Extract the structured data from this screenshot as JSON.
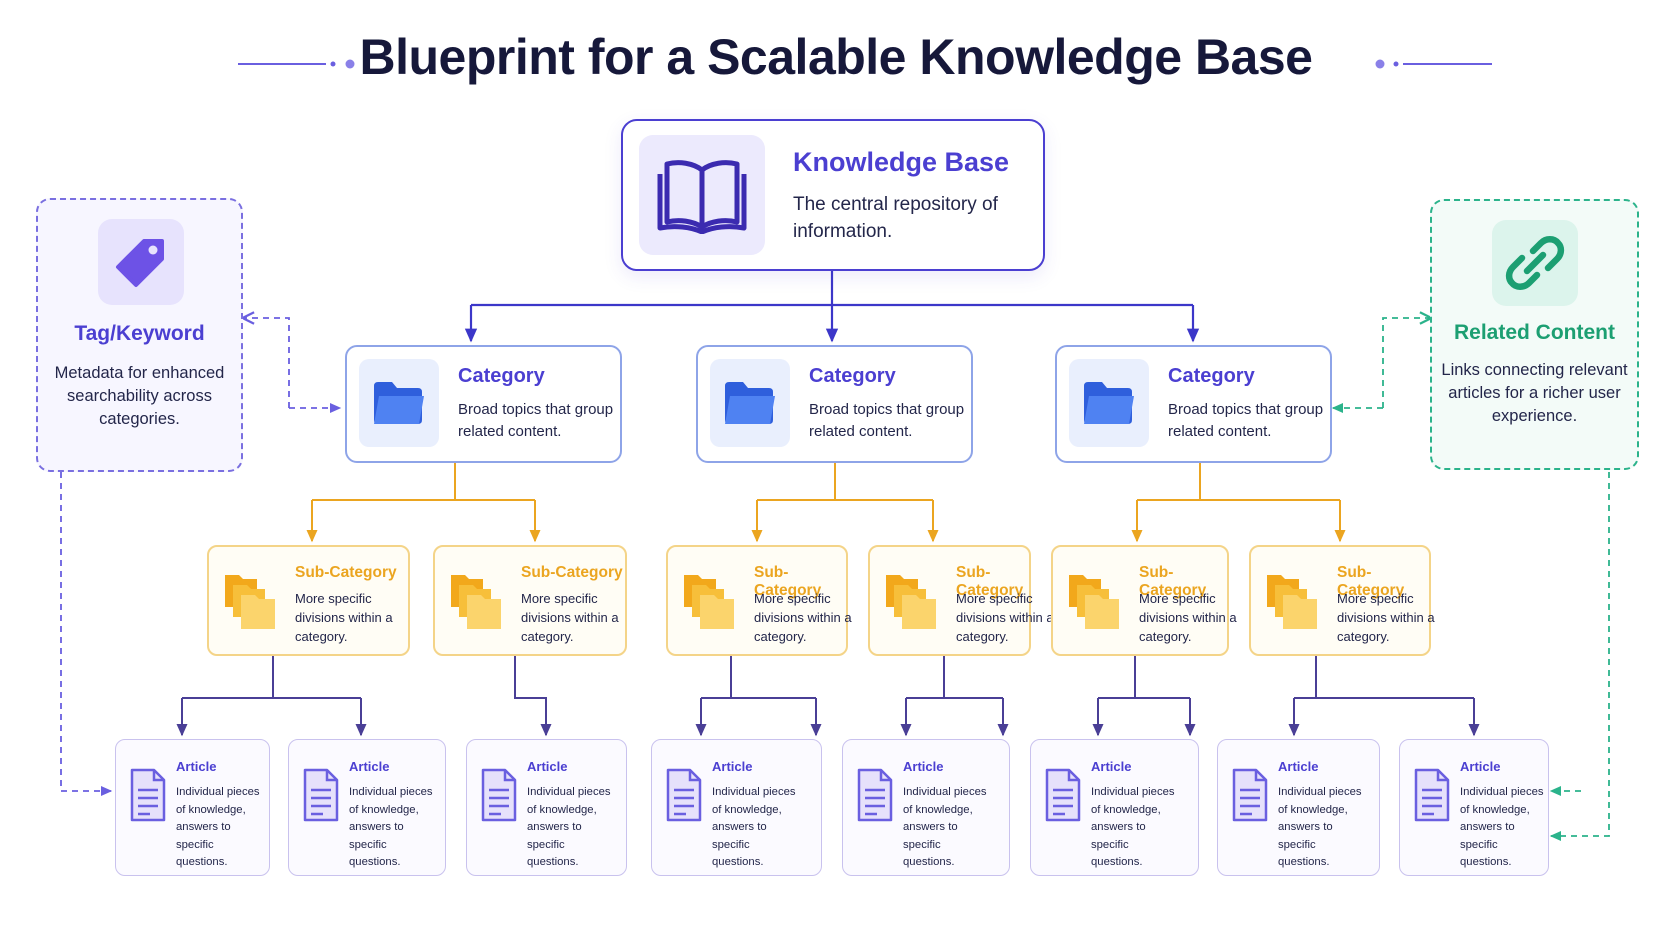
{
  "title": "Blueprint for a Scalable Knowledge Base",
  "colors": {
    "root": "#4b3fd1",
    "category_border": "#8ea4e8",
    "subcategory": "#eba520",
    "article_border": "#c9c2ee",
    "tag": "#4b3fd1",
    "related": "#1c9f72"
  },
  "root": {
    "icon": "open-book-icon",
    "title": "Knowledge Base",
    "description": "The central repository of information."
  },
  "tag": {
    "icon": "tag-icon",
    "title": "Tag/Keyword",
    "description": "Metadata for enhanced searchability across categories."
  },
  "related": {
    "icon": "link-icon",
    "title": "Related Content",
    "description": "Links connecting relevant articles for a richer user experience."
  },
  "categories": [
    {
      "icon": "folder-icon",
      "title": "Category",
      "description": "Broad topics that group related content."
    },
    {
      "icon": "folder-icon",
      "title": "Category",
      "description": "Broad topics that group related content."
    },
    {
      "icon": "folder-icon",
      "title": "Category",
      "description": "Broad topics that group related content."
    }
  ],
  "subcategories": [
    {
      "icon": "folders-icon",
      "title": "Sub-Category",
      "description": "More specific divisions within a category."
    },
    {
      "icon": "folders-icon",
      "title": "Sub-Category",
      "description": "More specific divisions within a category."
    },
    {
      "icon": "folders-icon",
      "title": "Sub-Category",
      "description": "More specific divisions within a category."
    },
    {
      "icon": "folders-icon",
      "title": "Sub-Category",
      "description": "More specific divisions within a category."
    },
    {
      "icon": "folders-icon",
      "title": "Sub-Category",
      "description": "More specific divisions within a category."
    },
    {
      "icon": "folders-icon",
      "title": "Sub-Category",
      "description": "More specific divisions within a category."
    }
  ],
  "articles": [
    {
      "icon": "document-icon",
      "title": "Article",
      "description": "Individual pieces of knowledge, answers to specific questions."
    },
    {
      "icon": "document-icon",
      "title": "Article",
      "description": "Individual pieces of knowledge, answers to specific questions."
    },
    {
      "icon": "document-icon",
      "title": "Article",
      "description": "Individual pieces of knowledge, answers to specific questions."
    },
    {
      "icon": "document-icon",
      "title": "Article",
      "description": "Individual pieces of knowledge, answers to specific questions."
    },
    {
      "icon": "document-icon",
      "title": "Article",
      "description": "Individual pieces of knowledge, answers to specific questions."
    },
    {
      "icon": "document-icon",
      "title": "Article",
      "description": "Individual pieces of knowledge, answers to specific questions."
    },
    {
      "icon": "document-icon",
      "title": "Article",
      "description": "Individual pieces of knowledge, answers to specific questions."
    },
    {
      "icon": "document-icon",
      "title": "Article",
      "description": "Individual pieces of knowledge, answers to specific questions."
    }
  ]
}
